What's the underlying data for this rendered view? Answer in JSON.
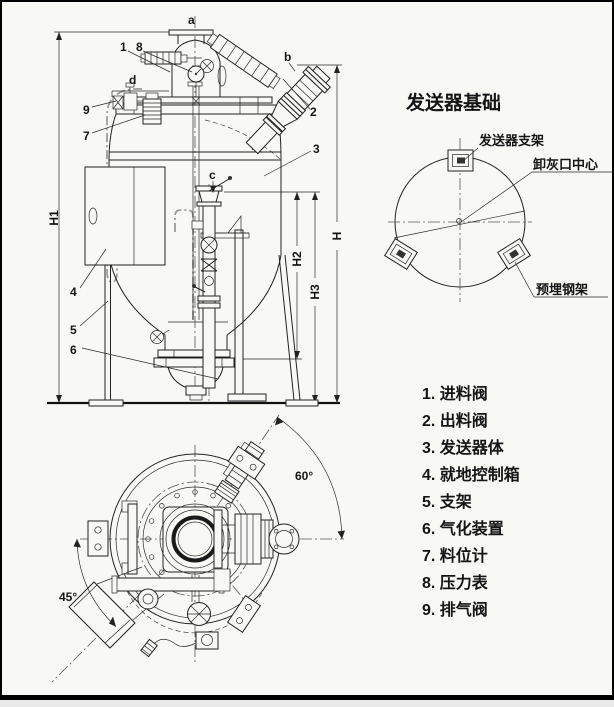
{
  "drawing": {
    "foundation": {
      "title": "发送器基础",
      "label_bracket": "发送器支架",
      "label_center": "卸灰口中心",
      "label_embedded": "预埋钢架"
    },
    "elevation": {
      "part_labels": {
        "n1": "1",
        "n2": "2",
        "n3": "3",
        "n4": "4",
        "n5": "5",
        "n6": "6",
        "n7": "7",
        "n8": "8",
        "n9": "9"
      },
      "point_labels": {
        "a": "a",
        "b": "b",
        "c": "c",
        "d": "d"
      },
      "dims": {
        "h1": "H1",
        "h2": "H2",
        "h3": "H3",
        "h": "H"
      }
    },
    "plan": {
      "angle_60": "60°",
      "angle_45": "45°"
    },
    "legend": {
      "items": [
        "1. 进料阀",
        "2. 出料阀",
        "3. 发送器体",
        "4. 就地控制箱",
        "5. 支架",
        "6. 气化装置",
        "7. 料位计",
        "8. 压力表",
        "9. 排气阀"
      ]
    },
    "colors": {
      "line": "#222222",
      "background": "#f8f8f5",
      "pipe_gray": "#9c9c9c"
    }
  }
}
